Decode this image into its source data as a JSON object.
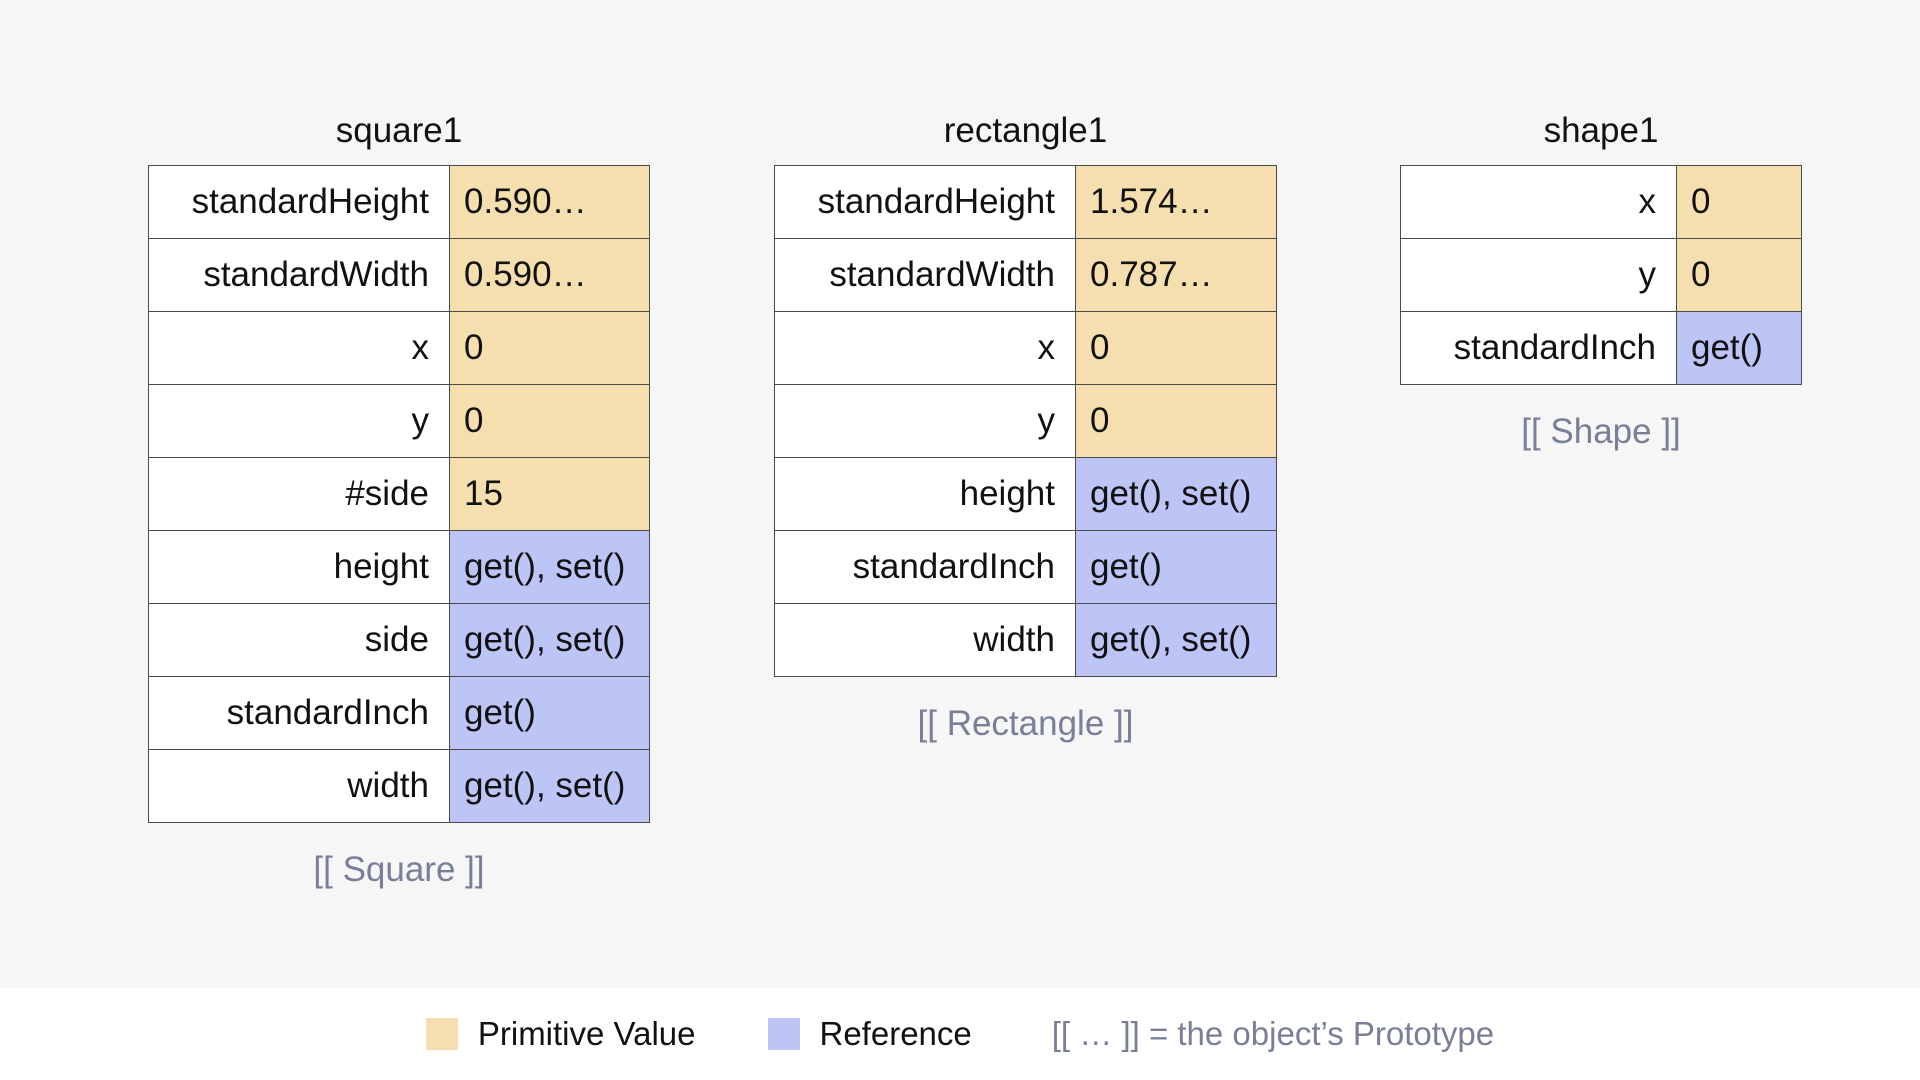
{
  "colors": {
    "primitive": "#f6dfaf",
    "reference": "#bdc4f6",
    "prototype_text": "#7a7f99",
    "background": "#f6f6f6"
  },
  "objects": [
    {
      "name": "square1",
      "prototype": "[[ Square ]]",
      "rows": [
        {
          "key": "standardHeight",
          "value": "0.590…",
          "kind": "primitive"
        },
        {
          "key": "standardWidth",
          "value": "0.590…",
          "kind": "primitive"
        },
        {
          "key": "x",
          "value": "0",
          "kind": "primitive"
        },
        {
          "key": "y",
          "value": "0",
          "kind": "primitive"
        },
        {
          "key": "#side",
          "value": "15",
          "kind": "primitive"
        },
        {
          "key": "height",
          "value": "get(), set()",
          "kind": "reference"
        },
        {
          "key": "side",
          "value": "get(), set()",
          "kind": "reference"
        },
        {
          "key": "standardInch",
          "value": "get()",
          "kind": "reference"
        },
        {
          "key": "width",
          "value": "get(), set()",
          "kind": "reference"
        }
      ]
    },
    {
      "name": "rectangle1",
      "prototype": "[[ Rectangle ]]",
      "rows": [
        {
          "key": "standardHeight",
          "value": "1.574…",
          "kind": "primitive"
        },
        {
          "key": "standardWidth",
          "value": "0.787…",
          "kind": "primitive"
        },
        {
          "key": "x",
          "value": "0",
          "kind": "primitive"
        },
        {
          "key": "y",
          "value": "0",
          "kind": "primitive"
        },
        {
          "key": "height",
          "value": "get(), set()",
          "kind": "reference"
        },
        {
          "key": "standardInch",
          "value": "get()",
          "kind": "reference"
        },
        {
          "key": "width",
          "value": "get(), set()",
          "kind": "reference"
        }
      ]
    },
    {
      "name": "shape1",
      "prototype": "[[ Shape ]]",
      "rows": [
        {
          "key": "x",
          "value": "0",
          "kind": "primitive"
        },
        {
          "key": "y",
          "value": "0",
          "kind": "primitive"
        },
        {
          "key": "standardInch",
          "value": "get()",
          "kind": "reference"
        }
      ]
    }
  ],
  "legend": {
    "primitive_label": "Primitive Value",
    "reference_label": "Reference",
    "prototype_note": "[[ … ]] = the object’s Prototype"
  }
}
